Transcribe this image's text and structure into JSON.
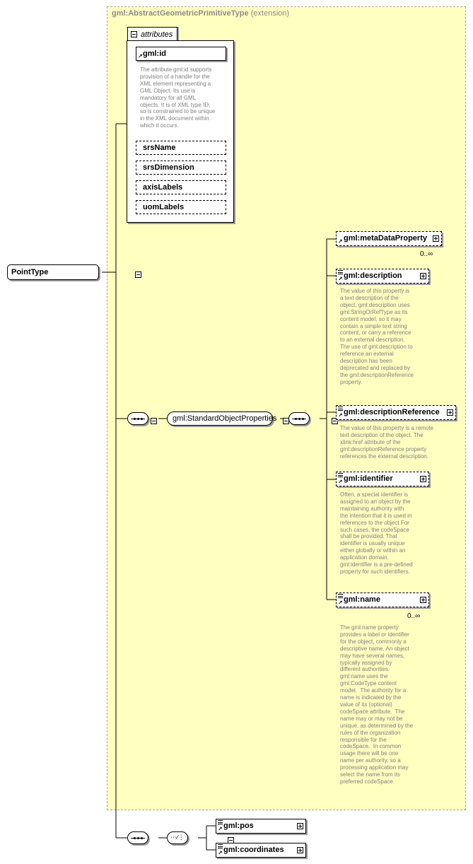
{
  "extension": {
    "type_name": "gml:AbstractGeometricPrimitiveType",
    "suffix": "(extension)"
  },
  "attributes": {
    "tab_label": "attributes",
    "items": [
      {
        "name": "gml:id",
        "required": true
      },
      {
        "name": "srsName",
        "required": false
      },
      {
        "name": "srsDimension",
        "required": false
      },
      {
        "name": "axisLabels",
        "required": false
      },
      {
        "name": "uomLabels",
        "required": false
      }
    ],
    "id_description": "The attribute gml:id supports\nprovision of a handle for the\nXML element representing a\nGML Object. Its use is\nmandatory for all GML\nobjects. It is of XML type ID,\nso is constrained to be unique\nin the XML document within\nwhich it occurs."
  },
  "root": {
    "name": "PointType"
  },
  "group": {
    "name": "gml:StandardObjectProperties"
  },
  "elements": [
    {
      "name": "gml:metaDataProperty",
      "cardinality": "0..∞",
      "description": ""
    },
    {
      "name": "gml:description",
      "cardinality": "",
      "description": "The value of this property is\na text description of the\nobject. gml:description uses\ngml:StringOrRefType as its\ncontent model, so it may\ncontain a simple text string\ncontent, or carry a reference\nto an external description.\nThe use of gml:description to\nreference an external\ndescription has been\ndeprecated and replaced by\nthe gml:descriptionReference\nproperty."
    },
    {
      "name": "gml:descriptionReference",
      "cardinality": "",
      "description": "The value of this property is a remote\ntext description of the object. The\nxlink:href attribute of the\ngml:descriptionReference property\nreferences the external description."
    },
    {
      "name": "gml:identifier",
      "cardinality": "",
      "description": "Often, a special identifier is\nassigned to an object by the\nmaintaining authority with\nthe intention that it is used in\nreferences to the object For\nsuch cases, the codeSpace\nshall be provided. That\nidentifier is usually unique\neither globally or within an\napplication domain.\ngml:identifier is a pre-defined\nproperty for such identifiers."
    },
    {
      "name": "gml:name",
      "cardinality": "0..∞",
      "description": "The gml:name property\nprovides a label or identifier\nfor the object, commonly a\ndescriptive name. An object\nmay have several names,\ntypically assigned by\ndifferent authorities.\ngml:name uses the\ngml:CodeType content\nmodel.  The authority for a\nname is indicated by the\nvalue of its (optional)\ncodeSpace attribute.  The\nname may or may not be\nunique, as determined by the\nrules of the organization\nresponsible for the\ncodeSpace.  In common\nusage there will be one\nname per authority, so a\nprocessing application may\nselect the name from its\npreferred codeSpace."
    }
  ],
  "choice_elements": [
    {
      "name": "gml:pos"
    },
    {
      "name": "gml:coordinates"
    }
  ]
}
